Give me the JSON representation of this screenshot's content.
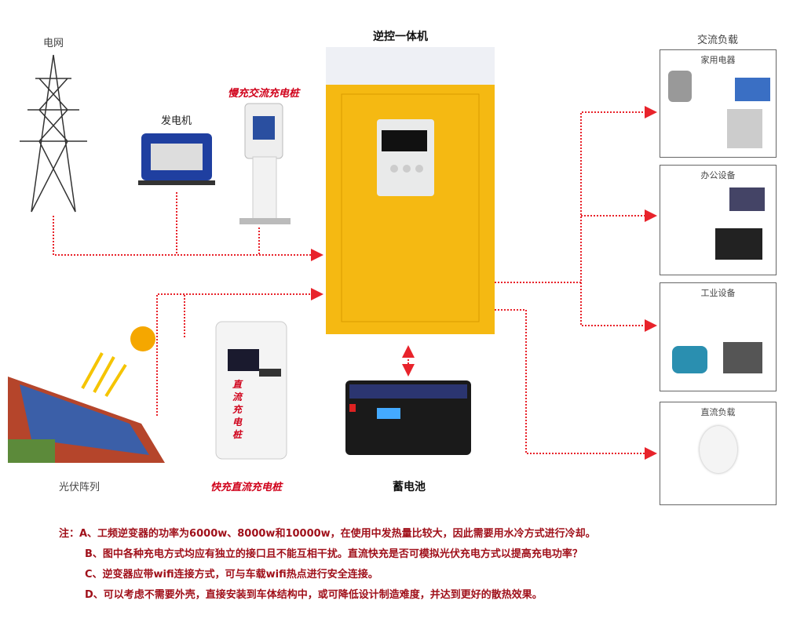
{
  "labels": {
    "grid": "电网",
    "generator": "发电机",
    "slow_ac_charger": "慢充交流充电桩",
    "inverter": "逆控一体机",
    "ac_load": "交流负载",
    "home_appliances": "家用电器",
    "office_equipment": "办公设备",
    "industrial_equipment": "工业设备",
    "dc_load": "直流负载",
    "pv_array": "光伏阵列",
    "fast_dc_charger": "快充直流充电桩",
    "battery": "蓄电池",
    "dc_charger_body_text": "直流充电桩"
  },
  "notes": [
    "注：A、工频逆变器的功率为6000w、8000w和10000w，在使用中发热量比较大，因此需要用水冷方式进行冷却。",
    "B、图中各种充电方式均应有独立的接口且不能互相干扰。直流快充是否可模拟光伏充电方式以提高充电功率？",
    "C、逆变器应带wifi连接方式，可与车载wifi热点进行安全连接。",
    "D、可以考虑不需要外壳，直接安装到车体结构中，或可降低设计制造难度，并达到更好的散热效果。"
  ],
  "colors": {
    "line": "#e8232b",
    "inverter_body": "#f5b912",
    "note_text": "#a0101a"
  }
}
